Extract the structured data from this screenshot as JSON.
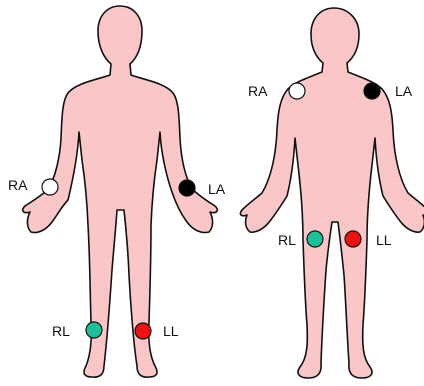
{
  "colors": {
    "skin": "#fbc9c9",
    "outline": "#111111",
    "RA": "#ffffff",
    "LA": "#000000",
    "RL": "#1cc09a",
    "LL": "#ee1111"
  },
  "figures": [
    {
      "electrodes": [
        {
          "id": "RA",
          "label": "RA"
        },
        {
          "id": "LA",
          "label": "LA"
        },
        {
          "id": "RL",
          "label": "RL"
        },
        {
          "id": "LL",
          "label": "LL"
        }
      ]
    },
    {
      "electrodes": [
        {
          "id": "RA",
          "label": "RA"
        },
        {
          "id": "LA",
          "label": "LA"
        },
        {
          "id": "RL",
          "label": "RL"
        },
        {
          "id": "LL",
          "label": "LL"
        }
      ]
    }
  ]
}
